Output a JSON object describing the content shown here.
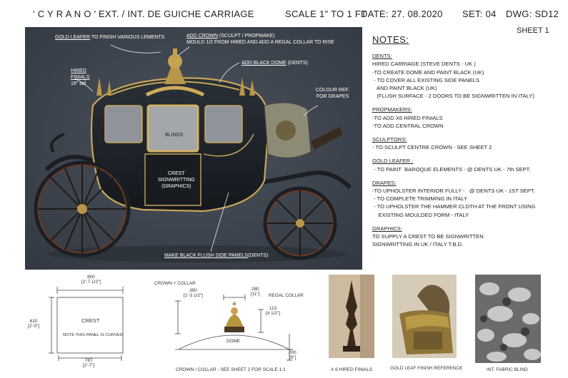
{
  "header": {
    "project": "' C Y R A N O '",
    "title": "EXT. / INT.  DE GUICHE CARRIAGE",
    "scale": "SCALE 1\" TO 1 FT",
    "date": "DATE: 27. 08.2020",
    "set": "SET: 04",
    "dwg": "DWG: SD12",
    "sheet": "SHEET 1"
  },
  "annotations": {
    "gold_leafer_label": "GOLD LEAFER",
    "gold_leafer_text": " TO FINISH VARIOUS LEMENTS",
    "add_crown_label": "ADD CROWN",
    "add_crown_text": " (SCULPT / PROPMAKE)",
    "add_crown_line2": "MOULD 1/2 FROM HIRED AND ADD A REGAL COLLAR TO RISE",
    "hired_finials_1": "HIRED",
    "hired_finials_2": "FINIALS",
    "hired_finials_3": "18\" tall",
    "add_black_dome_label": "ADD BLACK DOME",
    "add_black_dome_text": " (DENTS)",
    "colour_ref_1": "COLOUR REF.",
    "colour_ref_2": "FOR DRAPES",
    "blinds": "BLINDS",
    "crest_1": "CREST",
    "crest_2": "SIGNWRITTING",
    "crest_3": "(GRAPHICS)",
    "flush_panels_label": "MAKE BLACK FLUSH SIDE PANELS",
    "flush_panels_text": "(DENTS)"
  },
  "notes": {
    "title": "NOTES:",
    "sections": [
      {
        "heading": "DENTS:",
        "lines": [
          "HIRED CARRIAGE (STEVE DENTS - UK )",
          "-TO CREATE DOME AND PAINT BLACK (UK)",
          " - TO COVER ALL EXISTING SIDE PANELS",
          "   AND PAINT BLACK (UK)",
          "   (FLUSH SURFACE - 2 DOORS TO BE SIGNWRITTEN IN ITALY)"
        ]
      },
      {
        "heading": "PROPMAKERS:",
        "lines": [
          "-TO ADD X6 HIRED FINIALS",
          "-TO ADD CENTRAL CROWN"
        ]
      },
      {
        "heading": "SCULPTORS:",
        "lines": [
          "- TO SCULPT CENTRE CROWN - SEE SHEET 2"
        ]
      },
      {
        "heading": "GOLD LEAFER :",
        "lines": [
          " - TO PAINT  BAROQUE ELEMENTS - @ DENTS UK - 7th SEPT."
        ]
      },
      {
        "heading": "DRAPES:",
        "lines": [
          "-TO UPHOLSTER INTERIOR FULLY -   @ DENTS UK - 1ST SEPT.",
          " - TO COMPLETE TRIMMING IN ITALY",
          " - TO UPHOLSTER THE HAMMER CLOTH AT THE FRONT USING",
          "    EXISTING MOULDED FORM - ITALY"
        ]
      },
      {
        "heading": "GRAPHICS:",
        "lines": [
          "TO SUPPLY A CREST TO BE SIGNWRITTEN",
          "SIGNWRITTING IN UK / ITALY T.B.D."
        ]
      }
    ]
  },
  "crest_drawing": {
    "width_mm": "800",
    "width_ft": "[2'-7 1/2\"]",
    "height_mm": "610",
    "height_ft": "[2'-0\"]",
    "label": "CREST",
    "note": "NOTE THIS PANEL IS CURVED",
    "bottom_mm": "787",
    "bottom_ft": "[2'-7\"]"
  },
  "crown_drawing": {
    "crown_collar": "CROWN + COLLAR",
    "h390": "390",
    "h390_ft": "[1'-3 1/2\"]",
    "w280": "280",
    "w280_ft": "[11\"]",
    "regal_collar": "REGAL COLLAR",
    "h113": "113",
    "h113_ft": "[4 1/2\"]",
    "dome": "DOME",
    "h200": "200",
    "h200_ft": "[8\"]",
    "caption": "CROWN / COLLAR - SEE SHEET 2 FOR SCALE 1:1"
  },
  "thumbnails": {
    "finials": "X 6 HIRED FINIALS",
    "gold": "GOLD LEAF FINISH REFERENCE",
    "fabric": "INT. FABRIC BLIND"
  },
  "colors": {
    "photo_bg": "#3e4550",
    "carriage_body": "#1d2228",
    "gold": "#b8964a"
  }
}
